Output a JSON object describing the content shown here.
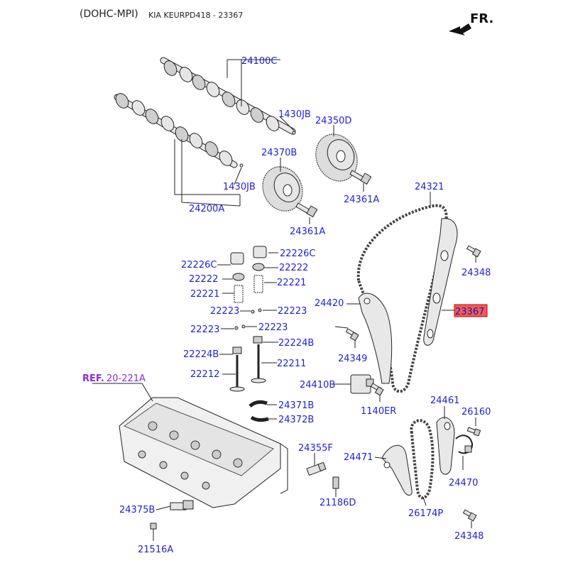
{
  "header": {
    "engine": "(DOHC-MPI)",
    "ref": "KIA KEURPD418 - 23367",
    "direction": "FR."
  },
  "ref_label": {
    "prefix": "REF.",
    "code": "20-221A"
  },
  "colors": {
    "part_number": "#1f1fd6",
    "ref": "#8a2be2",
    "highlight_fill": "#f25a5a",
    "highlight_border": "#cc0000"
  },
  "parts": [
    "24100C",
    "1430JB",
    "24350D",
    "24370B",
    "1430JB",
    "24200A",
    "24361A",
    "24361A",
    "24321",
    "22226C",
    "22226C",
    "22222",
    "22222",
    "22221",
    "22221",
    "22223",
    "22223",
    "22223",
    "22223",
    "24420",
    "24348",
    "23367",
    "24349",
    "22224B",
    "22224B",
    "22212",
    "22211",
    "24410B",
    "1140ER",
    "24461",
    "26160",
    "24371B",
    "24372B",
    "24355F",
    "24471",
    "24470",
    "21186D",
    "24375B",
    "26174P",
    "24348",
    "21516A"
  ]
}
